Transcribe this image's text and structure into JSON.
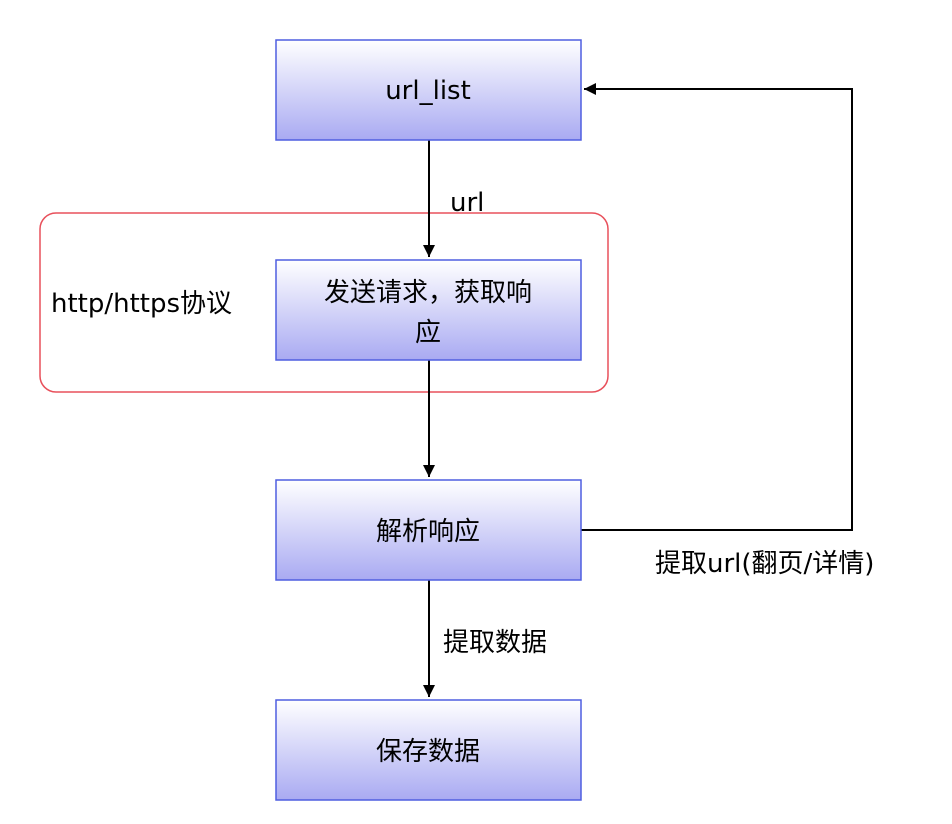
{
  "diagram": {
    "nodes": {
      "url_list": {
        "label": "url_list"
      },
      "request": {
        "label_line1": "发送请求，获取响",
        "label_line2": "应"
      },
      "parse": {
        "label": "解析响应"
      },
      "save": {
        "label": "保存数据"
      }
    },
    "group": {
      "label": "http/https协议"
    },
    "edges": {
      "url": {
        "label": "url"
      },
      "extract_data": {
        "label": "提取数据"
      },
      "extract_url": {
        "label": "提取url(翻页/详情)"
      }
    }
  },
  "colors": {
    "box_top": "#ffffff",
    "box_bottom": "#a9aaf2",
    "box_border": "#4f5ee0",
    "group_border": "#e8505b",
    "arrow": "#000000"
  }
}
